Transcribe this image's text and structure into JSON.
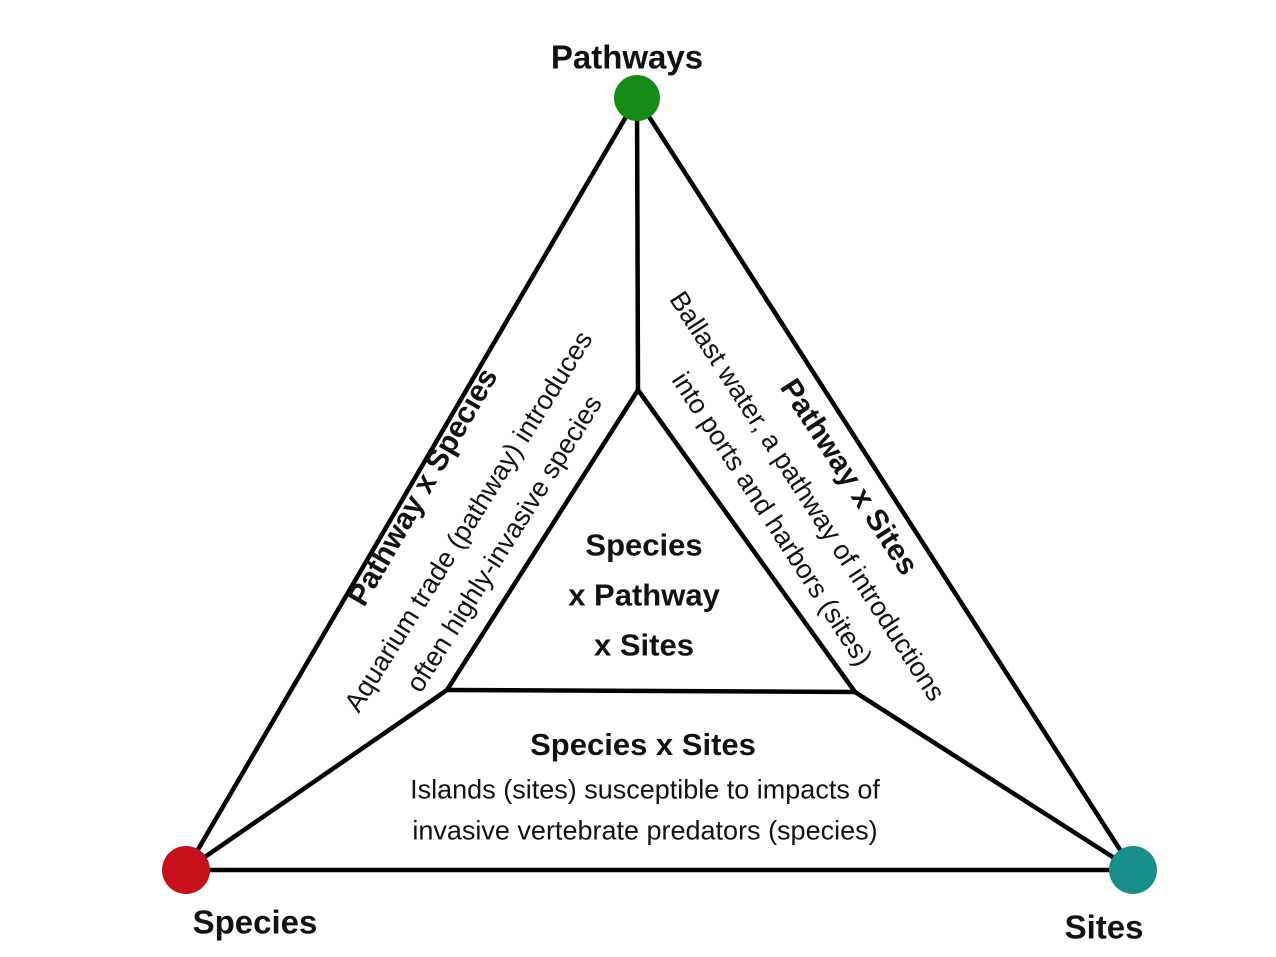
{
  "colors": {
    "pathways_dot": "#168a16",
    "species_dot": "#c6101a",
    "sites_dot": "#178e8a",
    "line": "#000000"
  },
  "vertices": {
    "pathways": {
      "label": "Pathways"
    },
    "species": {
      "label": "Species"
    },
    "sites": {
      "label": "Sites"
    }
  },
  "edges": {
    "pathway_species": {
      "title": "Pathway x Species",
      "description": "Aquarium trade (pathway) introduces\noften highly-invasive species"
    },
    "pathway_sites": {
      "title": "Pathway x Sites",
      "description": "Ballast water, a pathway of introductions\ninto ports and harbors (sites)"
    },
    "species_sites": {
      "title": "Species x Sites",
      "description": "Islands (sites) susceptible to impacts of\ninvasive vertebrate predators (species)"
    }
  },
  "center": {
    "label": "Species\nx Pathway\nx Sites"
  }
}
